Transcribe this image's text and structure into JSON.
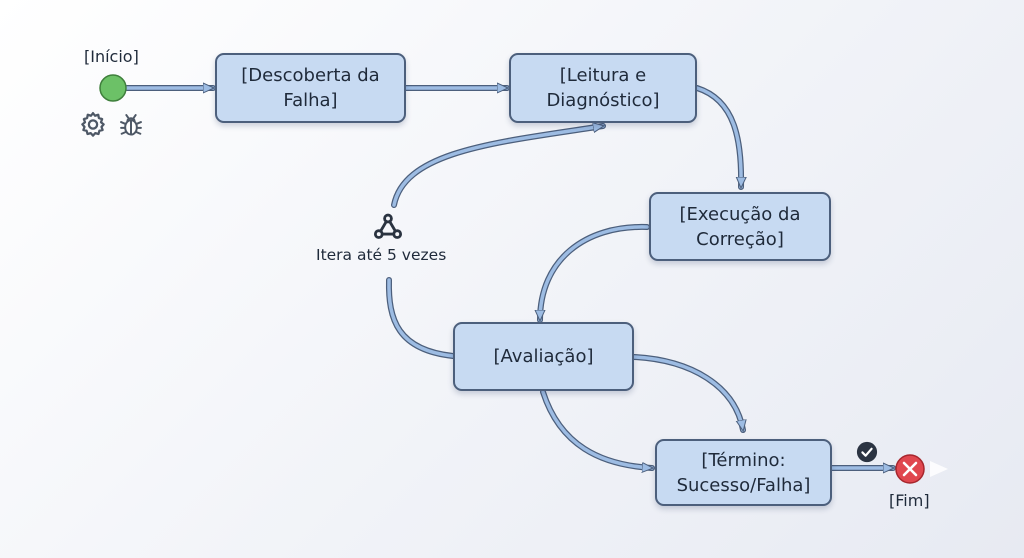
{
  "nodes": {
    "start": {
      "label": "[Início]"
    },
    "descoberta": {
      "label": "[Descoberta da\nFalha]"
    },
    "leitura": {
      "label": "[Leitura e\nDiagnóstico]"
    },
    "execucao": {
      "label": "[Execução da\nCorreção]"
    },
    "avaliacao": {
      "label": "[Avaliação]"
    },
    "termino": {
      "label": "[Término:\nSucesso/Falha]"
    },
    "end": {
      "label": "[Fim]"
    }
  },
  "loop": {
    "label": "Itera até 5 vezes"
  },
  "colors": {
    "box_fill": "#c7daf2",
    "box_border": "#4c5f7c",
    "arrow": "#9dbce3",
    "start_node": "#6cc167",
    "end_node": "#e0474f",
    "icon": "#4e5866"
  },
  "icons": [
    "gear-icon",
    "bug-icon",
    "webhook-icon",
    "check-circle-icon",
    "x-circle-icon"
  ]
}
